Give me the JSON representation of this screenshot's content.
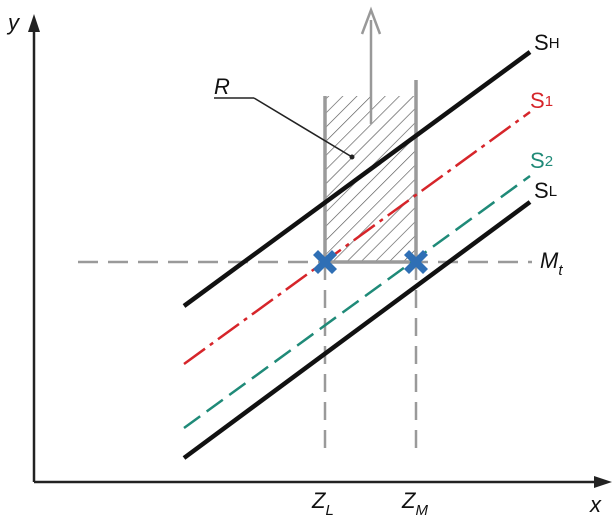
{
  "axes": {
    "x_label": "x",
    "y_label": "y"
  },
  "lines": {
    "sh": {
      "base": "S",
      "sub": "H",
      "color": "#111111"
    },
    "s1": {
      "base": "S",
      "sub": "1",
      "color": "#d6252a"
    },
    "s2": {
      "base": "S",
      "sub": "2",
      "color": "#1f8a78"
    },
    "sl": {
      "base": "S",
      "sub": "L",
      "color": "#111111"
    }
  },
  "threshold": {
    "base": "M",
    "sub": "t"
  },
  "region": {
    "label": "R"
  },
  "markers": {
    "zl": {
      "base": "Z",
      "sub": "L"
    },
    "zm": {
      "base": "Z",
      "sub": "M"
    }
  },
  "colors": {
    "guide": "#999999",
    "region_frame": "#9a9a9a",
    "marker": "#2f6fb5"
  }
}
